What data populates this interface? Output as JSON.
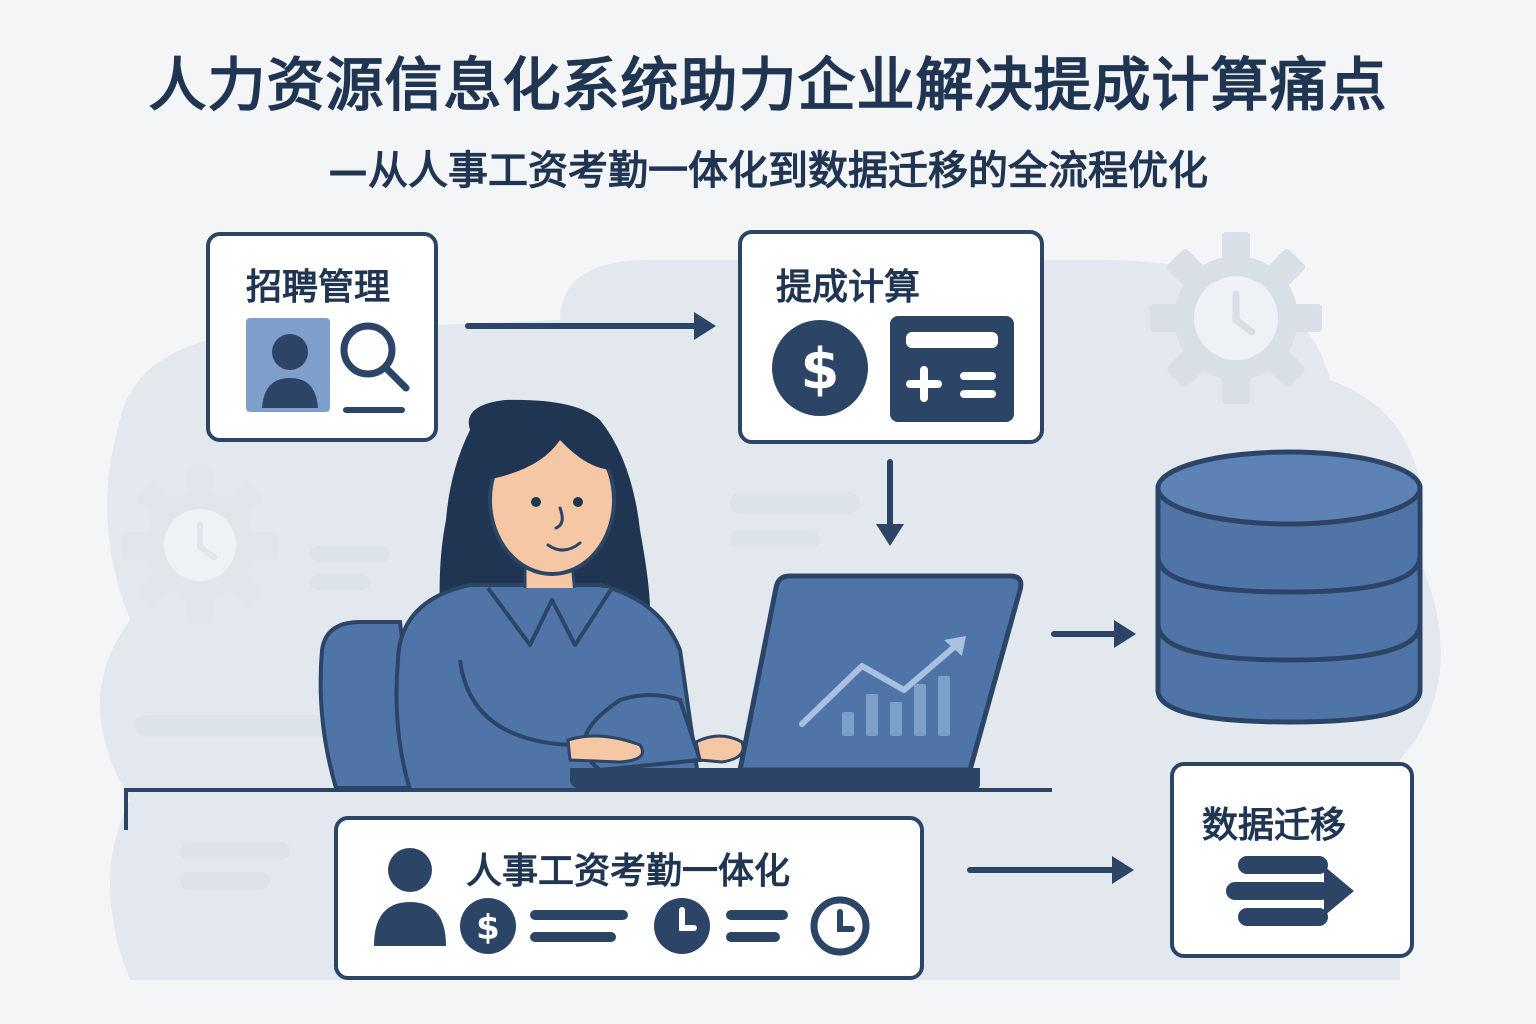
{
  "header": {
    "title": "人力资源信息化系统助力企业解决提成计算痛点",
    "subtitle": "—从人事工资考勤一体化到数据迁移的全流程优化"
  },
  "modules": {
    "recruitment": {
      "label": "招聘管理"
    },
    "commission": {
      "label": "提成计算"
    },
    "integration": {
      "label": "人事工资考勤一体化"
    },
    "migration": {
      "label": "数据迁移"
    }
  },
  "colors": {
    "navy": "#2c4566",
    "blue": "#4e74a8",
    "light_blue": "#7f9fcb",
    "background": "#f4f5f7"
  },
  "icons": [
    "person-icon",
    "magnifier-icon",
    "dollar-icon",
    "calculator-icon",
    "clock-icon",
    "database-icon",
    "migration-icon",
    "gear-icon",
    "laptop-chart-icon"
  ]
}
